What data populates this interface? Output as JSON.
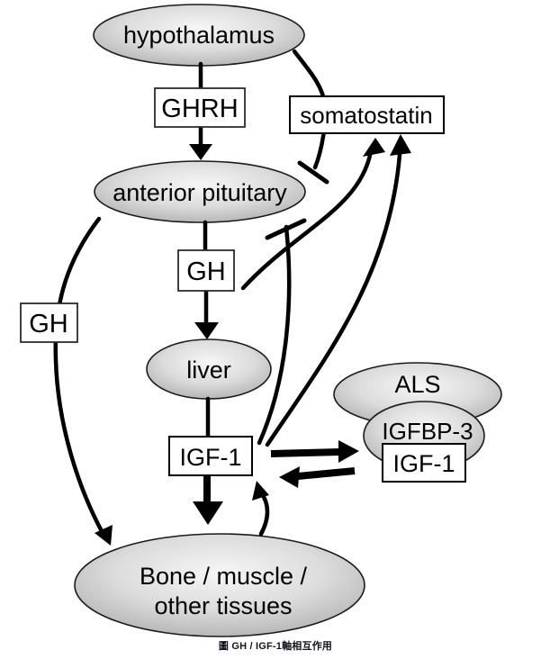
{
  "caption": "圖 GH / IGF-1軸相互作用",
  "nodes": {
    "hypothalamus": "hypothalamus",
    "ghrh": "GHRH",
    "somatostatin": "somatostatin",
    "anterior_pituitary": "anterior pituitary",
    "gh_mid": "GH",
    "gh_left": "GH",
    "liver": "liver",
    "igf1": "IGF-1",
    "als": "ALS",
    "igfbp3": "IGFBP-3",
    "igf1_bound": "IGF-1",
    "bone_line1": "Bone / muscle /",
    "bone_line2": "other tissues"
  },
  "colors": {
    "line": "#000000",
    "node_fill_center": "#f6f6f6",
    "node_fill_edge": "#9e9e9e",
    "box_fill": "#ffffff",
    "box_border": "#2b2b2b",
    "caption_text": "#11131f"
  }
}
